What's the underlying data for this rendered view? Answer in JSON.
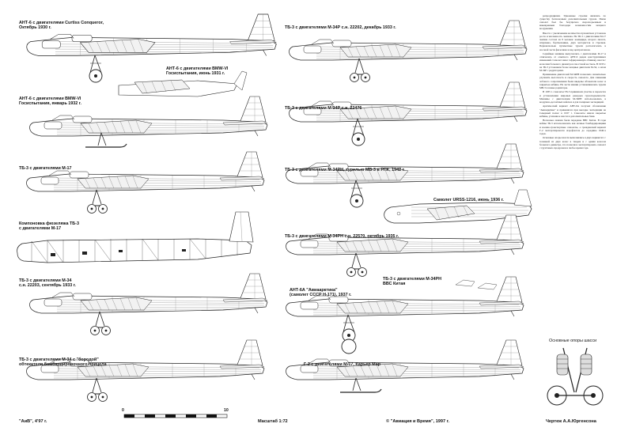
{
  "captions": {
    "ant6_curtiss": "АНТ-6 с двигателями Curtiss Conqueror,\nОктябрь 1930 г.",
    "ant6_bmw_1931": "АНТ-6 с двигателями BMW-VI\nГосиспытания, июнь 1931 г.",
    "ant6_bmw_1932": "АНТ-6 с двигателями BMW-VI\nГосиспытания, январь 1932 г.",
    "tb3_m17": "ТБ-3 с двигателями М-17",
    "fuselage_layout": "Компоновка фюзеляжа ТБ-3\nс двигателями М-17",
    "tb3_m34_22203": "ТБ-3 с двигателями М-34\nс.н. 22203, сентябрь 1933 г.",
    "tb3_m34_beard": "ТБ-3 с двигателями М-34 с \"бородой\"\nобтекателя бомбардировочного прицела",
    "tb3_m34r_22202": "ТБ-3 с двигателями М-34Р с.н. 22202, декабрь 1933 г.",
    "tb3_m34r_22476": "ТБ-3 с двигателями М-34Р с.н. 22476",
    "tb3_m34rn_mv3": "ТБ-3 с двигателями М-34РН, турелью МВ-3 в РПК, 1942 г.",
    "urss_1216": "Самолет URSS-1216, июнь 1936 г.",
    "tb3_m34rn_22570": "ТБ-3 с двигателями М-34РН с.н. 22570, октябрь 1935 г.",
    "tb3_m34rn_china": "ТБ-3 с двигателями М-34РН\nВВС Китая",
    "ant6a_arctic": "АНТ-6А \"Авиаарктика\"\n(самолет СССР Н-171), 1937 г.",
    "g2_m17": "Г-2 с двигателями М-17, Карьер Мар",
    "landing_gear": "Основные опоры шасси"
  },
  "footer": {
    "issue": "\"АиВ\", 4'97 г.",
    "scale": "Масштаб 1:72",
    "publisher": "© \"Авиация и Время\", 1997 г.",
    "drawing": "Чертеж А.А.Юргенсона",
    "scale_start": "0",
    "scale_end": "10"
  },
  "article": {
    "paragraphs": [
      "репродукциями. Удвоенные стрелки являлись по существу безполезным дополнительным грузом. Иначе самолет был бы безупречно скороподъемным и маневренным благодаря возможностям мощного вооружения.",
      "Вместе с увеличением количества пулеметных установок росла и численность экипажа. На ТБ-3 с двигателями М-17 экипаж состоял из 8 человек: командира, второго пилота, штурмана, бортмеханика, двух мотористов и стрелков. Первоначально пулеметные турели располагались в носовой части фюзеляжа и над центропланом.",
      "Серийные машины выпускались с двигателями М-17 и отличались от опытного АНТ-6 рядом конструктивных изменений. Самолет имел гофрированную обшивку, шасси с колесами большого диаметра и хвостовой костыль. В 1933 г. на ТБ-3 установили более мощные двигатели М-34, а затем М-34Р с редукторами.",
      "Применение двигателей М-34РН позволило значительно улучшить высотность и скорость самолета. Для снижения лобового сопротивления были введены обтекатели колес и закрытые кабины. На части машин устанавливались турели МВ-3 и новые радиаторы.",
      "В 1935 г. самолеты ТБ-3 принимали участие в перелетах и установлении мировых рекордов грузоподъемности. Машины с двигателями М-34РН использовались в воздушно-десантных войсках и для полярных экспедиций.",
      "Арктический вариант АНТ-6А получил обозначение \"Авиаарктика\" и применялся при высадке экспедиции на Северный полюс в 1937 г. Самолеты имели закрытые кабины, усиленное шасси и дополнительные баки.",
      "Несколько машин были переданы ВВС Китая. В годы войны ТБ-3 использовались как ночные бомбардировщики и военно-транспортные самолеты, а гражданский вариант Г-2 эксплуатировался Аэрофлотом до середины 1940-х годов.",
      "Основные опоры шасси выполнялись в двух вариантах: с тележкой из двух колес в тандем и с одним колесом большого диаметра, что позволяло эксплуатировать самолет с грунтовых аэродромов в любое время года."
    ]
  }
}
